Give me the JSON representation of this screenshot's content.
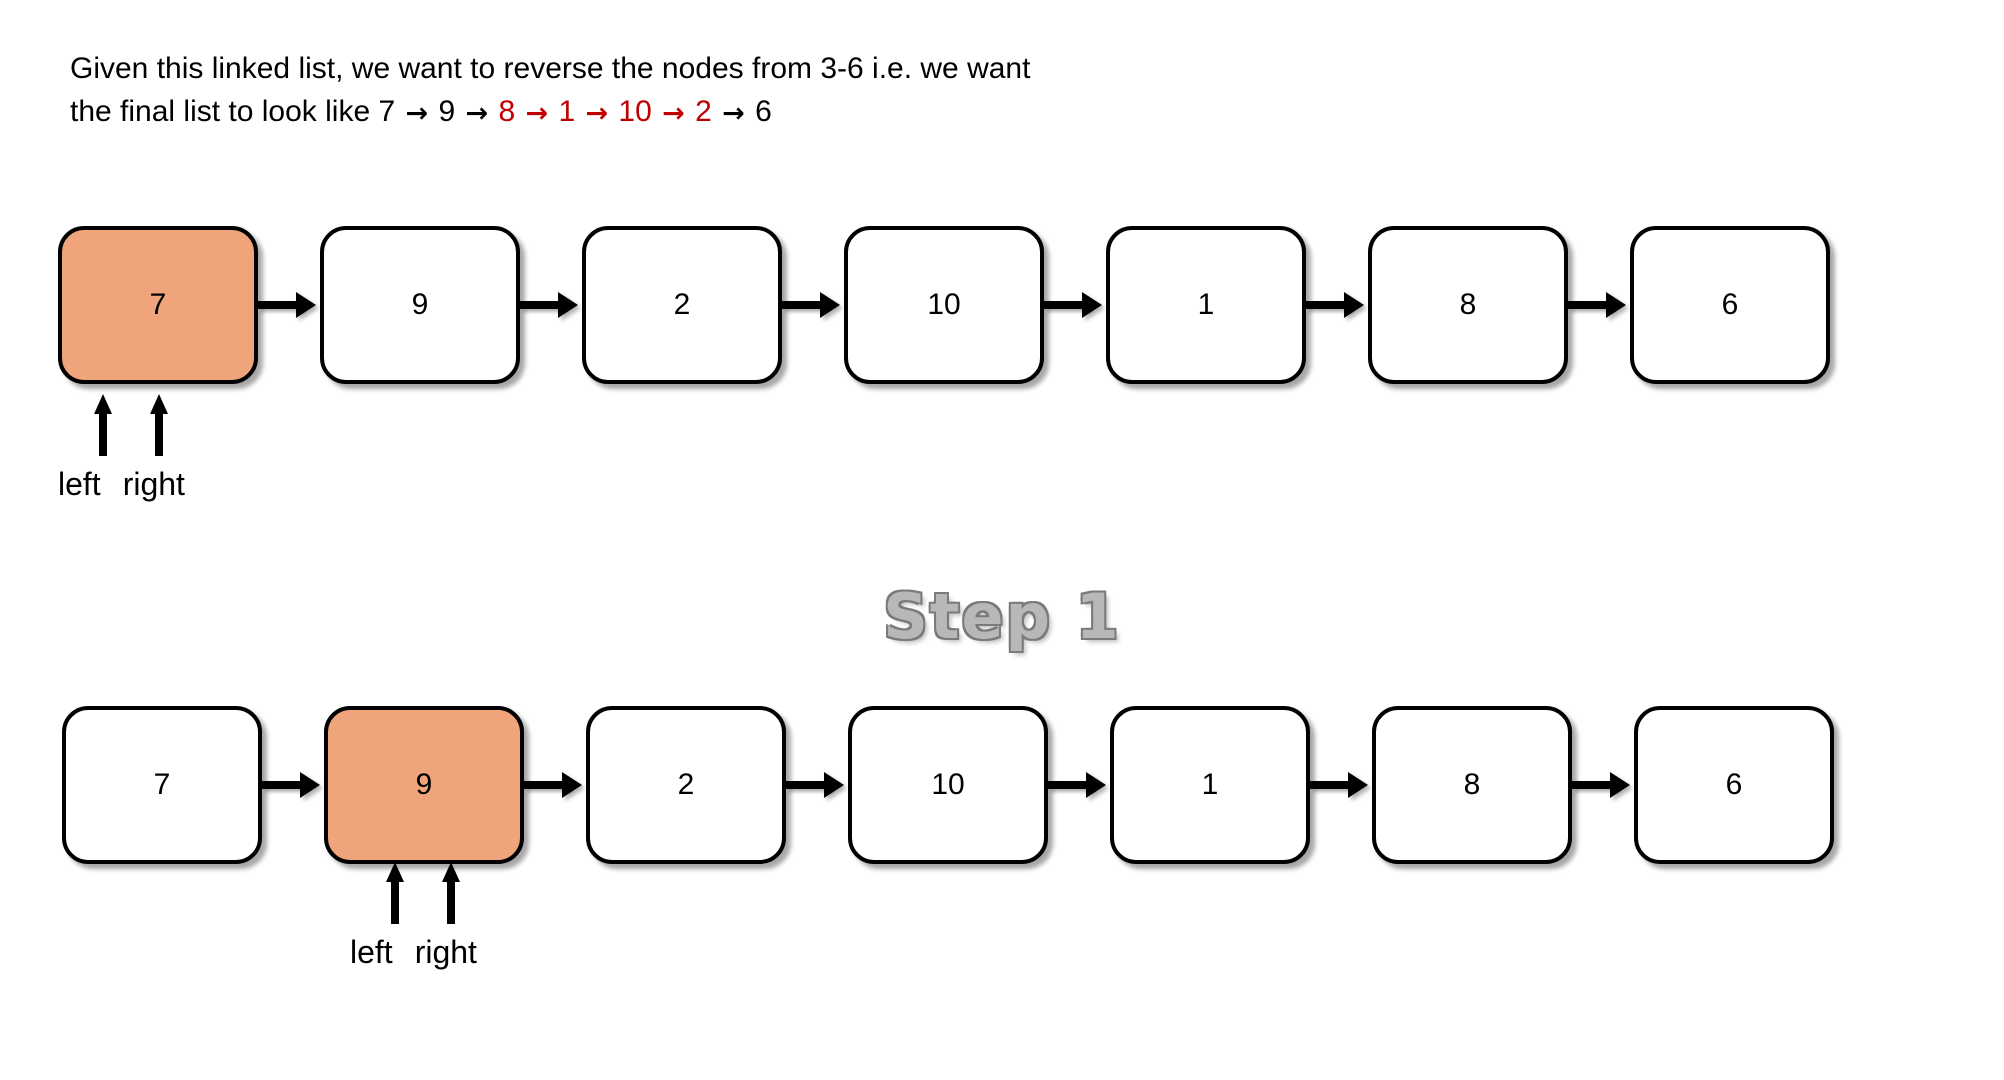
{
  "intro": {
    "line1": "Given this linked list, we want to reverse the nodes from 3-6 i.e. we want",
    "line2_prefix": "the final list to look like 7 ",
    "arrow1": "→",
    "after_arrow1": " 9 ",
    "arrow2": "→",
    "red_8": " 8 ",
    "red_arrow1": "→",
    "red_1": " 1 ",
    "red_arrow2": "→",
    "red_10": " 10 ",
    "red_arrow3": "→",
    "red_2": " 2 ",
    "arrow_last": "→",
    "tail_6": " 6"
  },
  "colors": {
    "highlight": "#F0A47C",
    "red_accent": "#C00000",
    "node_border": "#000000",
    "step_title_fill": "#B8B8B8",
    "step_title_outline": "#7A7A7A"
  },
  "step_title": "Step 1",
  "row1": {
    "nodes": [
      {
        "value": "7",
        "highlighted": true
      },
      {
        "value": "9",
        "highlighted": false
      },
      {
        "value": "2",
        "highlighted": false
      },
      {
        "value": "10",
        "highlighted": false
      },
      {
        "value": "1",
        "highlighted": false
      },
      {
        "value": "8",
        "highlighted": false
      },
      {
        "value": "6",
        "highlighted": false
      }
    ],
    "pointers": {
      "left_label": "left",
      "right_label": "right",
      "at_node_value": "7"
    }
  },
  "row2": {
    "nodes": [
      {
        "value": "7",
        "highlighted": false
      },
      {
        "value": "9",
        "highlighted": true
      },
      {
        "value": "2",
        "highlighted": false
      },
      {
        "value": "10",
        "highlighted": false
      },
      {
        "value": "1",
        "highlighted": false
      },
      {
        "value": "8",
        "highlighted": false
      },
      {
        "value": "6",
        "highlighted": false
      }
    ],
    "pointers": {
      "left_label": "left",
      "right_label": "right",
      "at_node_value": "9"
    }
  }
}
